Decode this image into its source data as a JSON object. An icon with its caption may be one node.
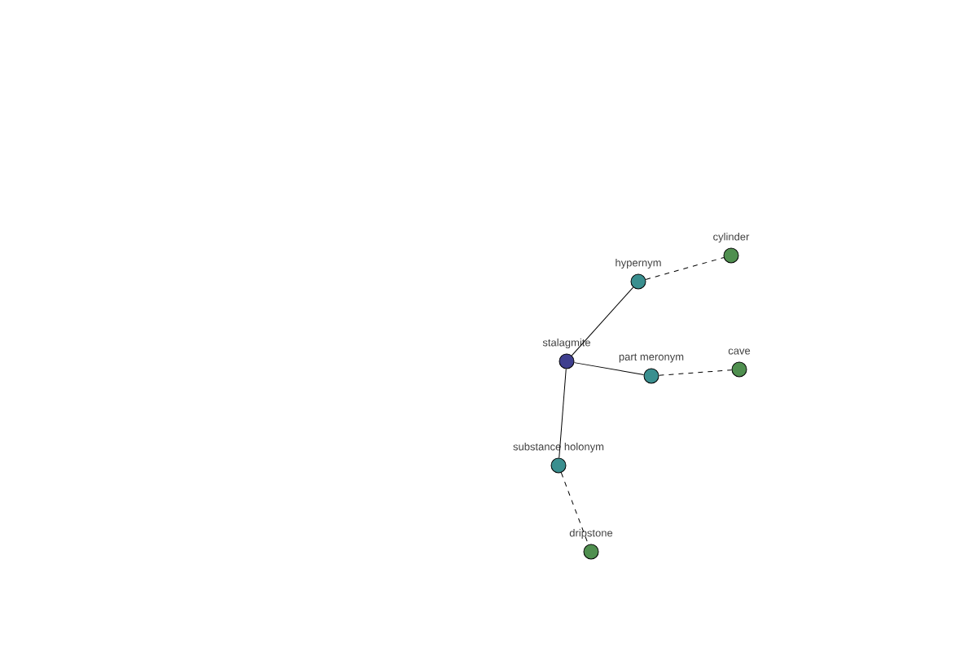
{
  "diagram": {
    "nodes": [
      {
        "text": [
          "stalagmite"
        ]
      },
      {
        "text": [
          "hypernym"
        ]
      },
      {
        "text": [
          "cylinder"
        ]
      },
      {
        "text": [
          "part meronym"
        ]
      },
      {
        "text": [
          "cave"
        ]
      },
      {
        "text": [
          "substance holonym"
        ]
      },
      {
        "text": [
          "dripstone"
        ]
      }
    ],
    "edges": [
      {
        "from": 0,
        "to": 1,
        "arrow": "none"
      },
      {
        "from": 1,
        "to": 2,
        "arrow": "none",
        "style": "dashed"
      },
      {
        "from": 0,
        "to": 3,
        "arrow": "none"
      },
      {
        "from": 3,
        "to": 4,
        "arrow": "none",
        "style": "dashed"
      },
      {
        "from": 0,
        "to": 5,
        "arrow": "none"
      },
      {
        "from": 5,
        "to": 6,
        "arrow": "none",
        "style": "dashed"
      }
    ]
  }
}
